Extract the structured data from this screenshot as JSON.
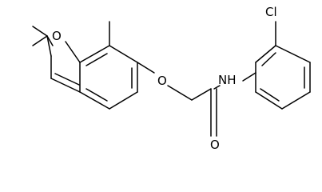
{
  "atoms": {
    "ring_oxygen": "O",
    "ether_oxygen": "O",
    "amide_nh": "NH",
    "carbonyl_oxygen": "O",
    "chlorine": "Cl"
  }
}
